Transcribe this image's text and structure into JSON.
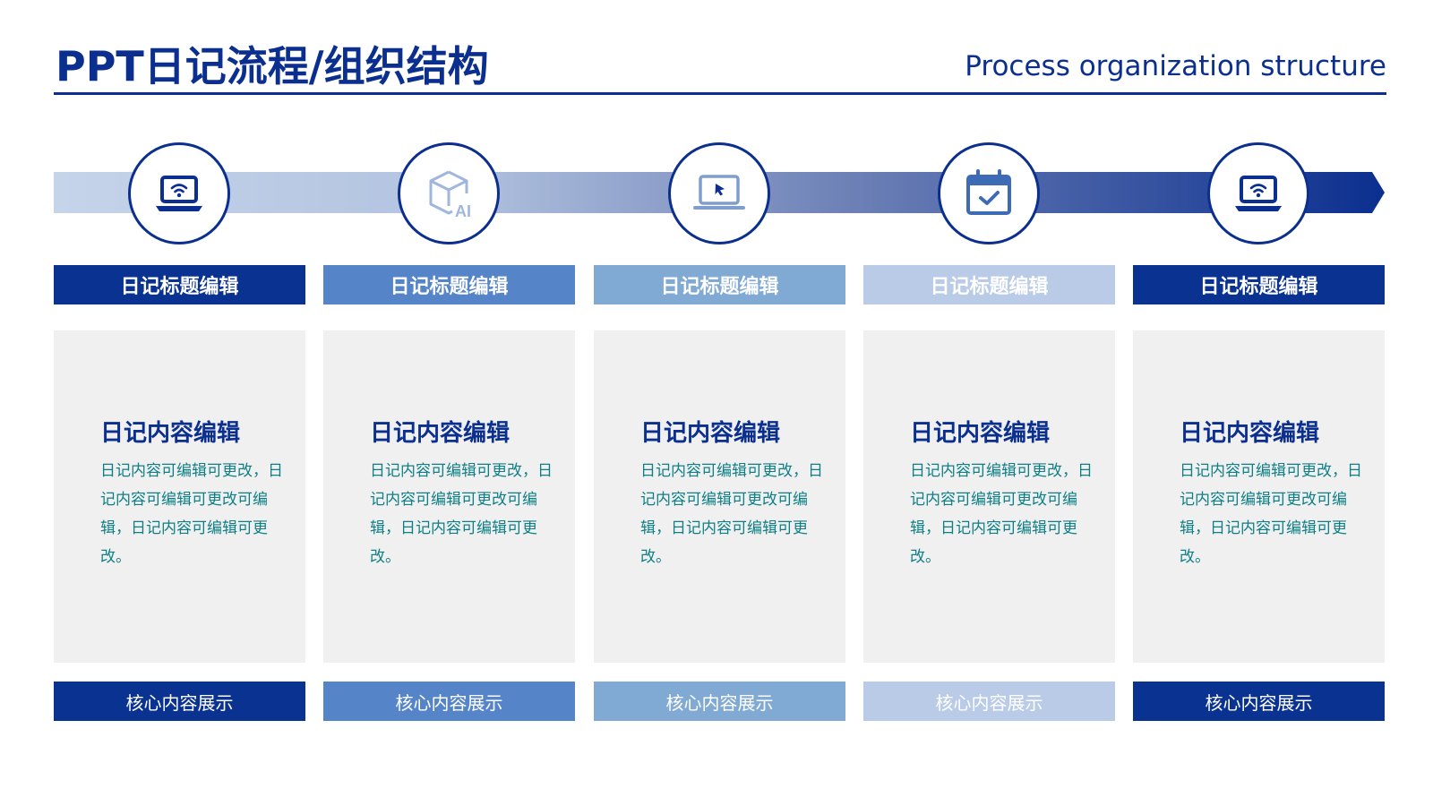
{
  "header": {
    "title": "PPT日记流程/组织结构",
    "subtitle": "Process organization structure"
  },
  "colors": {
    "primary": "#0b2f8f",
    "text_teal": "#0f7f86",
    "card_bg": "#f0f0f0",
    "arrow_start": "#c6d4ea",
    "arrow_end": "#0b2f8f"
  },
  "steps": [
    {
      "icon": "laptop-wifi-icon",
      "header": "日记标题编辑",
      "header_color": "#0a3291",
      "card_title": "日记内容编辑",
      "card_body": "日记内容可编辑可更改，日记内容可编辑可更改可编辑，日记内容可编辑可更改。",
      "footer": "核心内容展示"
    },
    {
      "icon": "ai-cube-icon",
      "header": "日记标题编辑",
      "header_color": "#5585c8",
      "card_title": "日记内容编辑",
      "card_body": "日记内容可编辑可更改，日记内容可编辑可更改可编辑，日记内容可编辑可更改。",
      "footer": "核心内容展示"
    },
    {
      "icon": "laptop-cursor-icon",
      "header": "日记标题编辑",
      "header_color": "#80a9d3",
      "card_title": "日记内容编辑",
      "card_body": "日记内容可编辑可更改，日记内容可编辑可更改可编辑，日记内容可编辑可更改。",
      "footer": "核心内容展示"
    },
    {
      "icon": "calendar-check-icon",
      "header": "日记标题编辑",
      "header_color": "#b9cbe7",
      "card_title": "日记内容编辑",
      "card_body": "日记内容可编辑可更改，日记内容可编辑可更改可编辑，日记内容可编辑可更改。",
      "footer": "核心内容展示"
    },
    {
      "icon": "laptop-wifi-icon",
      "header": "日记标题编辑",
      "header_color": "#0a3291",
      "card_title": "日记内容编辑",
      "card_body": "日记内容可编辑可更改，日记内容可编辑可更改可编辑，日记内容可编辑可更改。",
      "footer": "核心内容展示"
    }
  ]
}
